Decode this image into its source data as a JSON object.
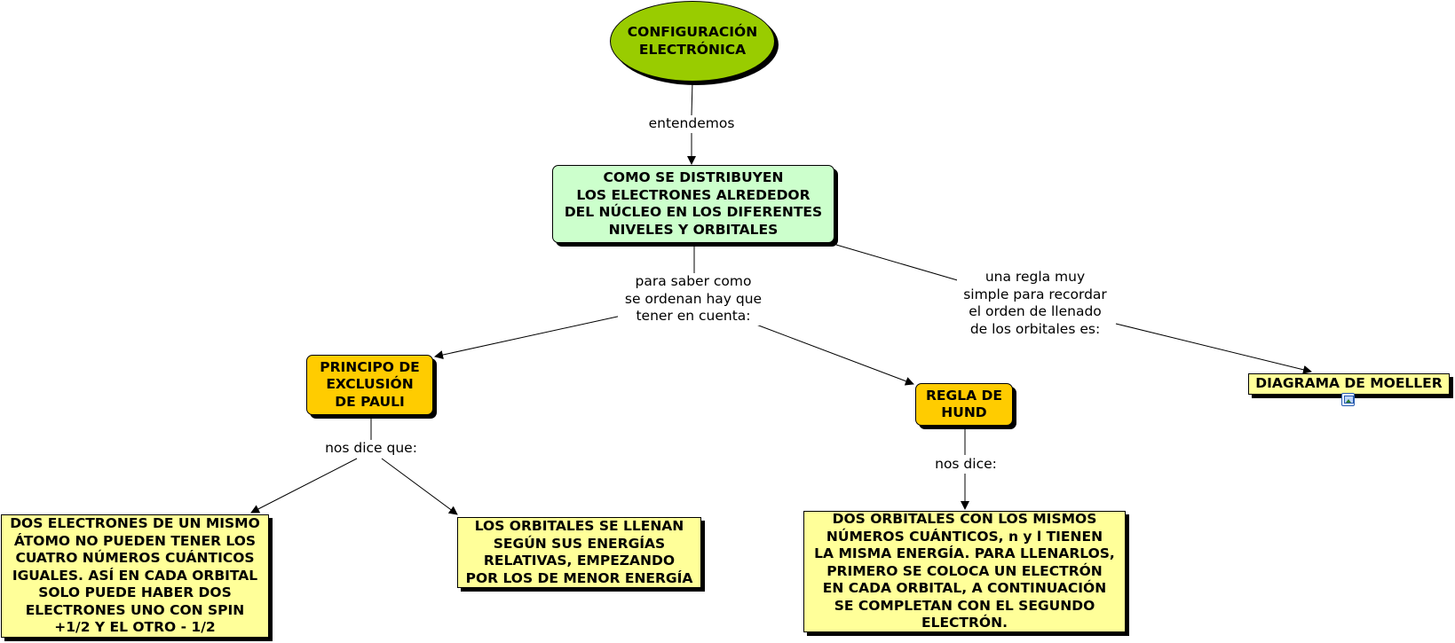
{
  "nodes": {
    "root": "CONFIGURACIÓN\nELECTRÓNICA",
    "distribution": "COMO SE DISTRIBUYEN\nLOS ELECTRONES ALREDEDOR\nDEL NÚCLEO EN LOS DIFERENTES\nNIVELES Y ORBITALES",
    "pauli": "PRINCIPO DE\nEXCLUSIÓN\nDE PAULI",
    "hund": "REGLA DE\nHUND",
    "moeller": "DIAGRAMA DE MOELLER",
    "pauli_desc": "DOS ELECTRONES DE UN MISMO\nÁTOMO NO PUEDEN TENER LOS\nCUATRO NÚMEROS CUÁNTICOS\nIGUALES. ASÍ EN CADA ORBITAL\nSOLO PUEDE HABER DOS\nELECTRONES UNO CON SPIN\n+1/2 Y EL OTRO - 1/2",
    "energy_desc": "LOS ORBITALES SE LLENAN\nSEGÚN SUS ENERGÍAS\nRELATIVAS, EMPEZANDO\nPOR LOS DE MENOR ENERGÍA",
    "hund_desc": "DOS ORBITALES CON LOS MISMOS\nNÚMEROS CUÁNTICOS, n y l TIENEN\nLA MISMA ENERGÍA. PARA LLENARLOS,\nPRIMERO SE COLOCA UN ELECTRÓN\nEN CADA ORBITAL, A CONTINUACIÓN\nSE COMPLETAN CON EL SEGUNDO\nELECTRÓN."
  },
  "links": {
    "entendemos": "entendemos",
    "para_saber": "para saber como\nse ordenan hay que\ntener en cuenta:",
    "una_regla": "una regla muy\nsimple para recordar\nel orden de llenado\nde los orbitales es:",
    "nos_dice_que": "nos dice que:",
    "nos_dice": "nos dice:"
  },
  "icons": {
    "moeller_attachment": "image-attachment-icon"
  },
  "colors": {
    "root": "#99cc00",
    "distribution": "#ccffcc",
    "principle": "#ffcc00",
    "description": "#ffff99"
  }
}
